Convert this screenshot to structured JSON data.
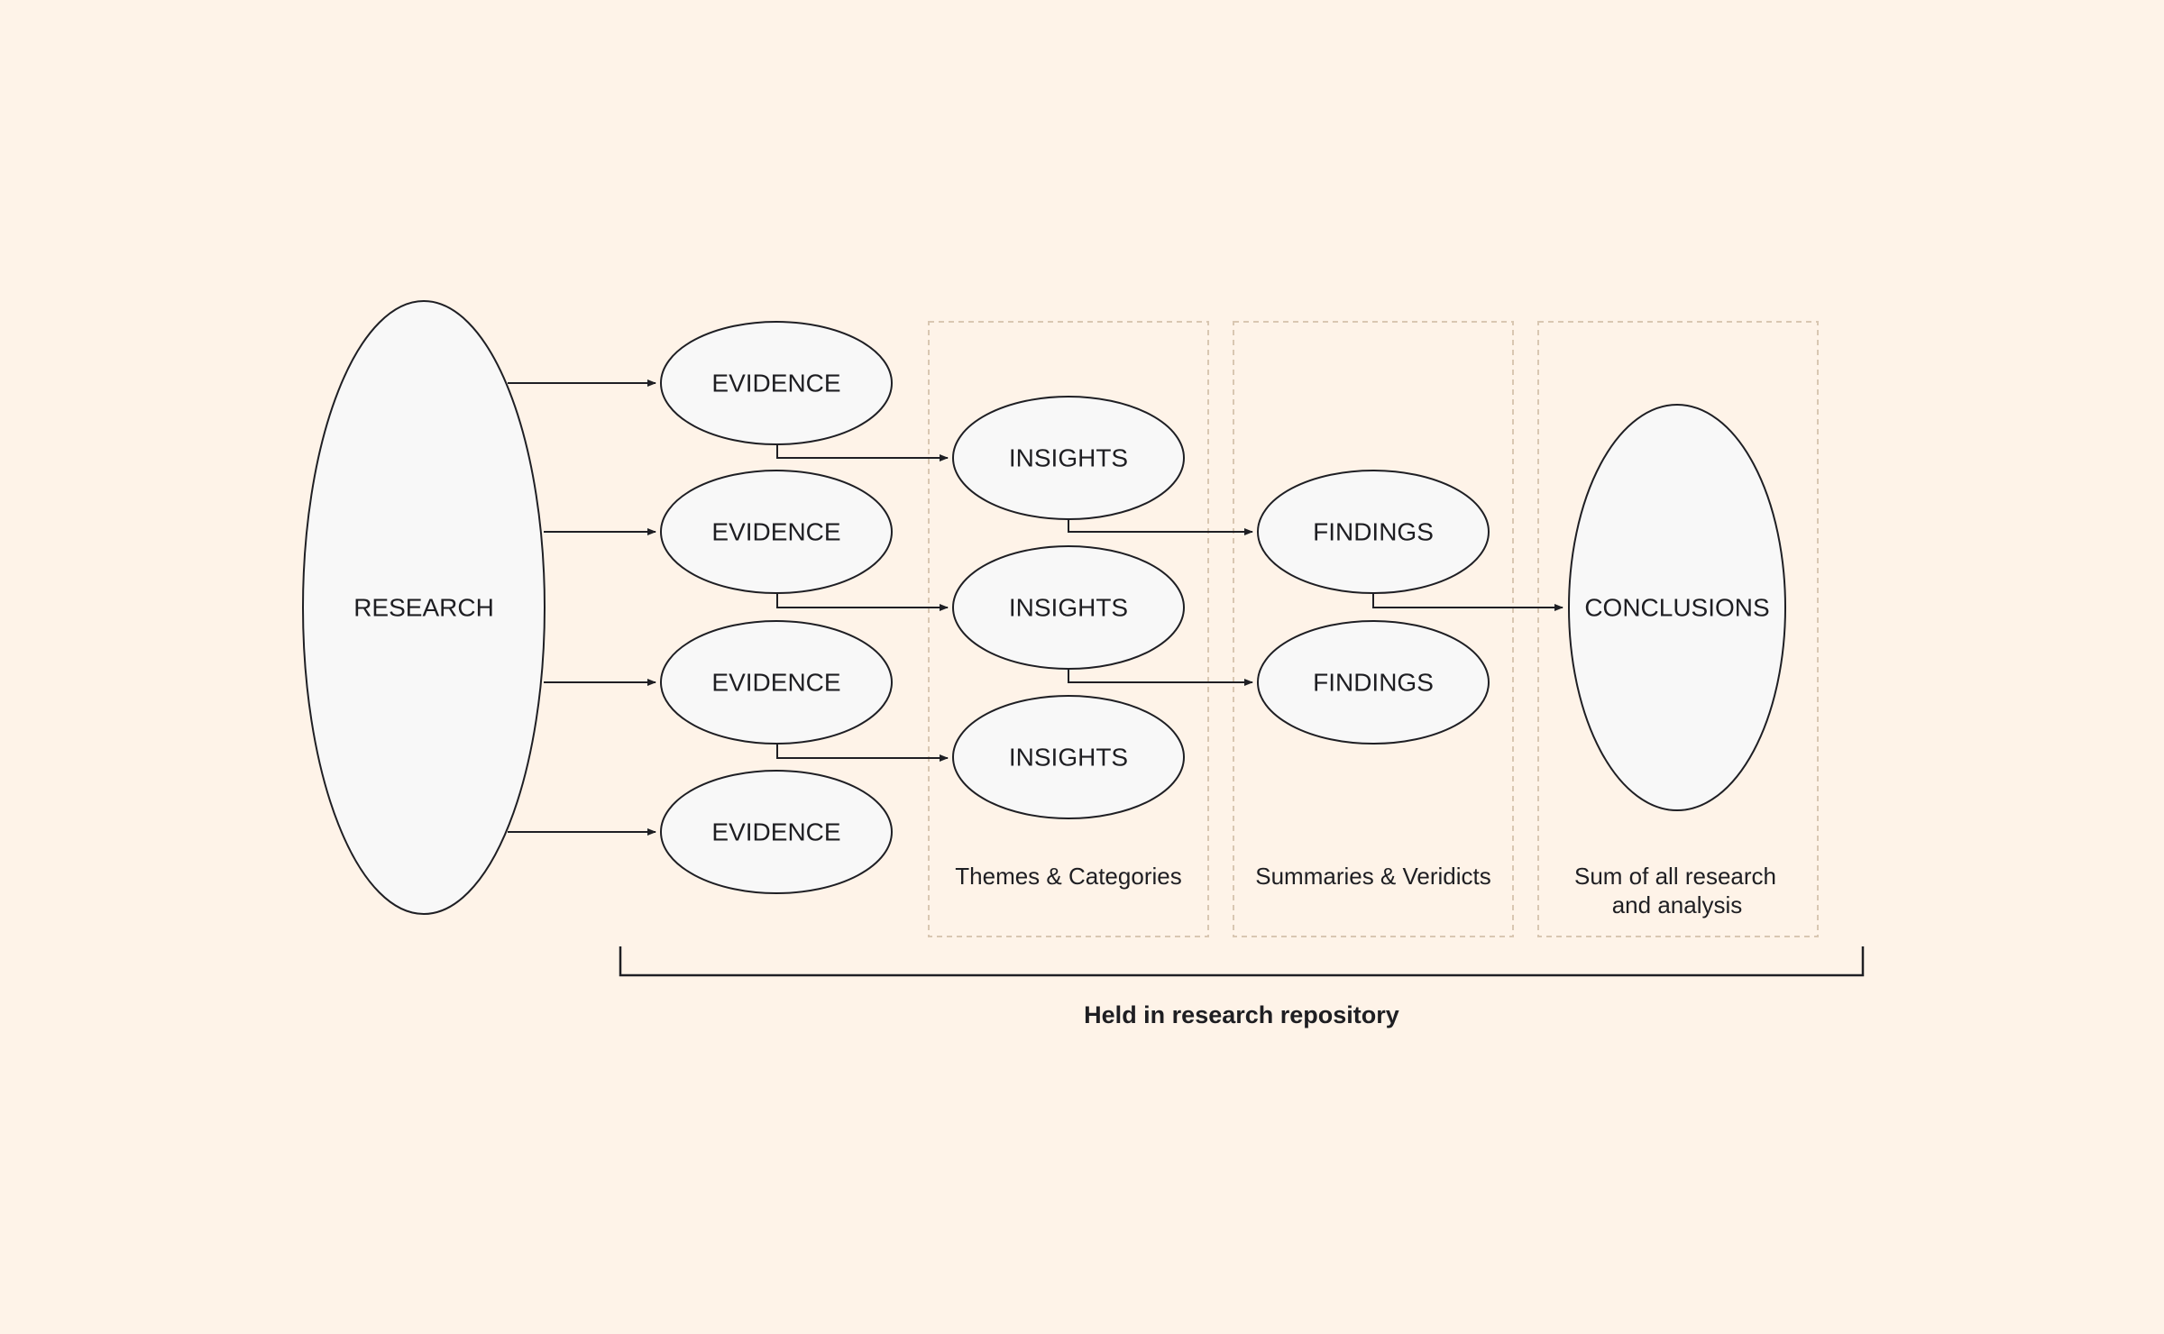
{
  "nodes": {
    "research": "RESEARCH",
    "evidence": [
      "EVIDENCE",
      "EVIDENCE",
      "EVIDENCE",
      "EVIDENCE"
    ],
    "insights": [
      "INSIGHTS",
      "INSIGHTS",
      "INSIGHTS"
    ],
    "findings": [
      "FINDINGS",
      "FINDINGS"
    ],
    "conclusions": "CONCLUSIONS"
  },
  "groups": {
    "insights_caption": "Themes & Categories",
    "findings_caption": "Summaries & Veridicts",
    "conclusions_caption_line1": "Sum of all research",
    "conclusions_caption_line2": "and analysis"
  },
  "repository": {
    "label": "Held in research repository"
  },
  "colors": {
    "background": "#fef3e8",
    "node_fill": "#f8f8f8",
    "line": "#1f1f24",
    "dashed_box": "#d9c7b2"
  }
}
